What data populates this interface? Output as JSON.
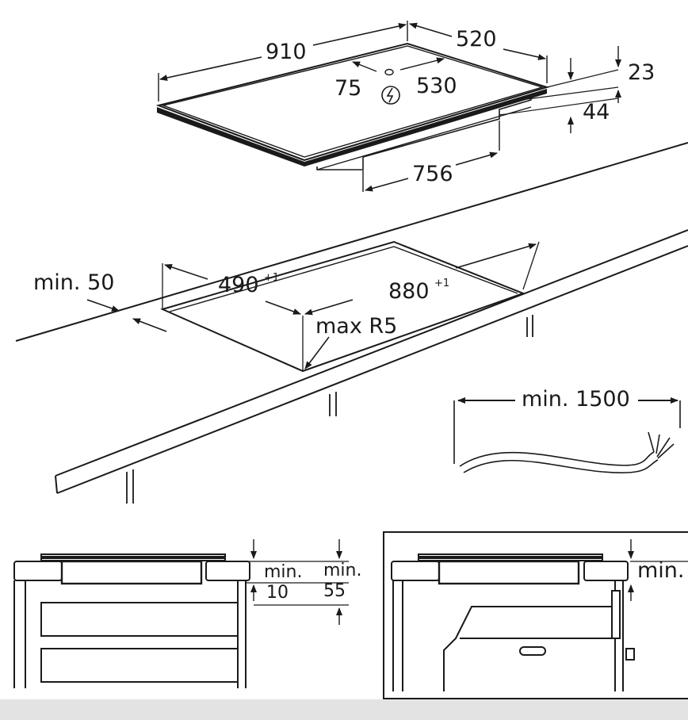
{
  "hob": {
    "width": "910",
    "depth": "520",
    "thickness_glass": "23",
    "thickness_total": "44",
    "cable_offset": "75",
    "cable_span": "530",
    "body_width": "756"
  },
  "cutout": {
    "depth": "490",
    "depth_tol": "+1",
    "width": "880",
    "width_tol": "+1",
    "radius": "max R5",
    "edge_distance": "min. 50"
  },
  "cable": {
    "length": "min. 1500"
  },
  "section_drawer": {
    "gap_label": "min.",
    "gap_value": "10",
    "clear_label": "min.",
    "clear_value": "55"
  },
  "section_oven": {
    "gap_label": "min."
  },
  "colors": {
    "line": "#1a1a1a",
    "background": "#ffffff",
    "footer": "#e3e3e3"
  }
}
